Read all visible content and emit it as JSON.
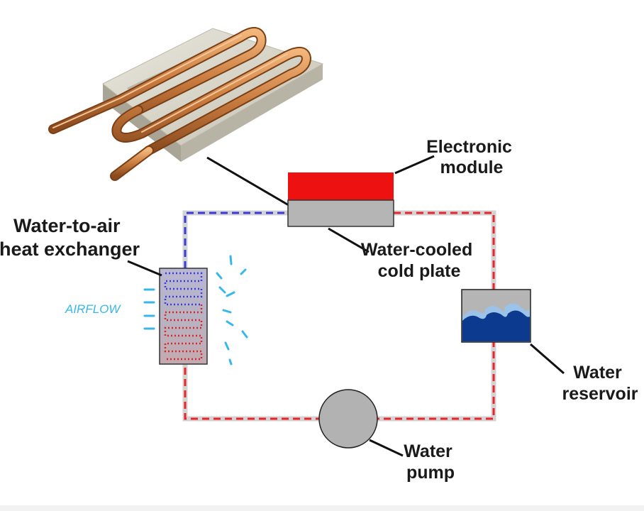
{
  "labels": {
    "electronic_module": [
      "Electronic",
      "module"
    ],
    "cold_plate": [
      "Water-cooled",
      "cold plate"
    ],
    "heat_exchanger": [
      "Water-to-air",
      "heat exchanger"
    ],
    "reservoir": [
      "Water",
      "reservoir"
    ],
    "pump": [
      "Water",
      "pump"
    ],
    "airflow": "AIRFLOW"
  },
  "colors": {
    "cold_water": "#3b3bdc",
    "hot_water": "#e8262b",
    "pipe": "#d3d3d3",
    "module": "#ee1111",
    "component_gray": "#b5b5b5",
    "water": "#0b3a8e",
    "water_light": "#9bc3ea",
    "copper": "#c97b3e",
    "airflow": "#39b6ea"
  },
  "icons": {
    "cold_plate_photo": "cold-plate-illustration-icon",
    "reservoir_waves": "water-waves-icon"
  }
}
